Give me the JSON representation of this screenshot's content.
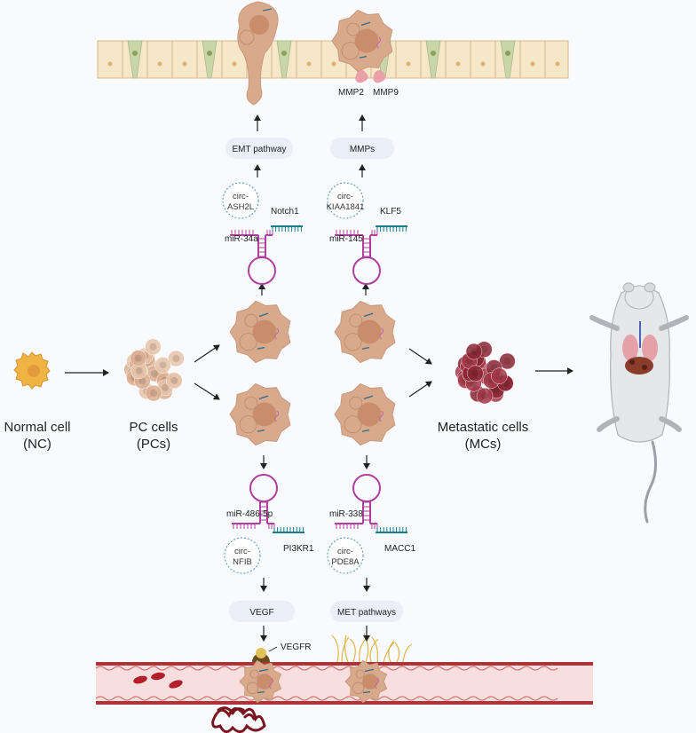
{
  "stages": {
    "normal": {
      "line1": "Normal cell",
      "line2": "(NC)"
    },
    "pc": {
      "line1": "PC cells",
      "line2": "(PCs)"
    },
    "mc": {
      "line1": "Metastatic cells",
      "line2": "(MCs)"
    }
  },
  "upper_left": {
    "circ": [
      "circ-",
      "ASH2L"
    ],
    "mirna": "miR-34a",
    "target": "Notch1",
    "pathway": "EMT pathway"
  },
  "upper_right": {
    "circ": [
      "circ-",
      "KIAA1841"
    ],
    "mirna": "miR-145",
    "target": "KLF5",
    "pathway": "MMPs"
  },
  "lower_left": {
    "circ": [
      "circ-",
      "NFIB"
    ],
    "mirna": "miR-486-5p",
    "target": "PI3KR1",
    "pathway": "VEGF",
    "receptor": "VEGFR"
  },
  "lower_right": {
    "circ": [
      "circ-",
      "PDE8A"
    ],
    "mirna": "miR-338",
    "target": "MACC1",
    "pathway": "MET pathways"
  },
  "enzymes": [
    "MMP2",
    "MMP9"
  ],
  "colors": {
    "mirna": "#b0409e",
    "target": "#1d7c8c",
    "cell": "#d9a98c",
    "nucleus": "#c58866",
    "metastatic": "#7a1f2b",
    "vessel": "#c0504d",
    "epithelium": "#f6e7c8"
  }
}
